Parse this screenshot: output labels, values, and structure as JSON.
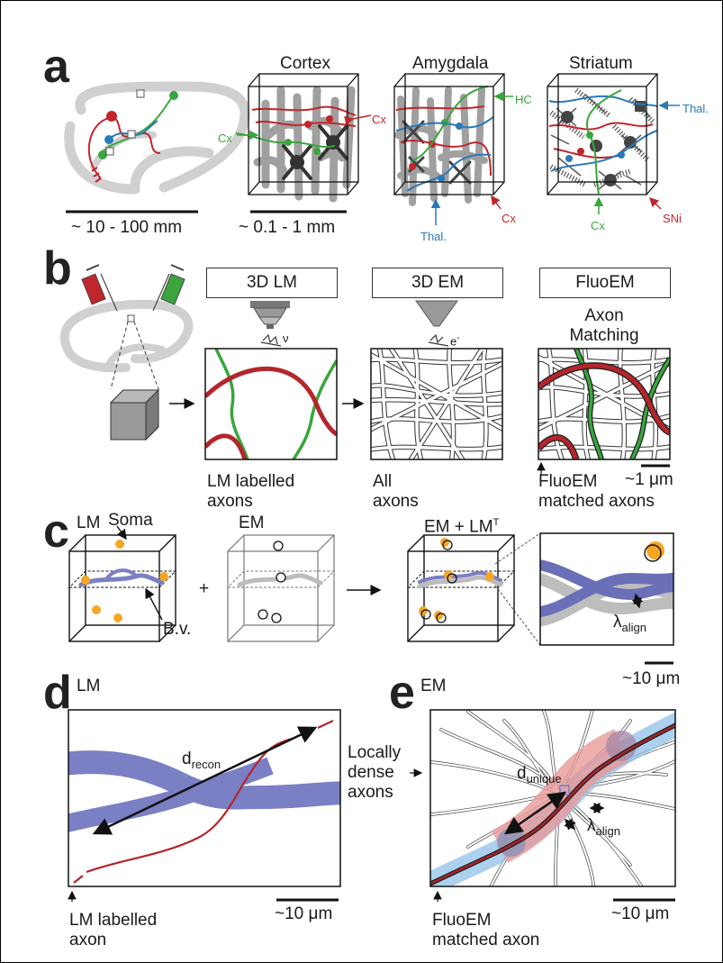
{
  "panels": {
    "a": {
      "letter": "a",
      "regions": [
        "Cortex",
        "Amygdala",
        "Striatum"
      ],
      "scale_brain": "~ 10 - 100 mm",
      "scale_cube": "~ 0.1 - 1 mm",
      "cortex_inputs": {
        "cx_red": "Cx",
        "cx_green": "Cx"
      },
      "amygdala_inputs": {
        "hc": "HC",
        "thal": "Thal.",
        "cx": "Cx"
      },
      "striatum_inputs": {
        "thal": "Thal.",
        "cx": "Cx",
        "sni": "SNi"
      }
    },
    "b": {
      "letter": "b",
      "methods": [
        "3D LM",
        "3D EM",
        "FluoEM"
      ],
      "nu": "ν",
      "electron": "e",
      "electron_sup": "-",
      "axon_matching_1": "Axon",
      "axon_matching_2": "Matching",
      "caption_lm_1": "LM labelled",
      "caption_lm_2": "axons",
      "caption_em_1": "All",
      "caption_em_2": "axons",
      "caption_fluo_1": "FluoEM",
      "caption_fluo_2": "matched axons",
      "scale": "~1 μm"
    },
    "c": {
      "letter": "c",
      "lm": "LM",
      "em": "EM",
      "em_lm": "EM + LM",
      "em_lm_sup": "T",
      "soma": "Soma",
      "bv": "B.v.",
      "plus": "+",
      "lambda": "λ",
      "lambda_sub": "align",
      "scale": "~10 μm"
    },
    "d": {
      "letter": "d",
      "title": "LM",
      "d": "d",
      "d_sub": "recon",
      "caption_1": "LM labelled",
      "caption_2": "axon",
      "scale": "~10 μm"
    },
    "e": {
      "letter": "e",
      "title": "EM",
      "dense_1": "Locally",
      "dense_2": "dense",
      "dense_3": "axons",
      "d": "d",
      "d_sub": "unique",
      "lambda": "λ",
      "lambda_sub": "align",
      "caption_1": "FluoEM",
      "caption_2": "matched axon",
      "scale": "~10 μm"
    }
  },
  "colors": {
    "red": "#c0262c",
    "green": "#3aa53d",
    "blue_axon": "#2a79b8",
    "vessel": "#7b7fc4",
    "soma": "#f5a623",
    "gray": "#9a9a9a"
  }
}
